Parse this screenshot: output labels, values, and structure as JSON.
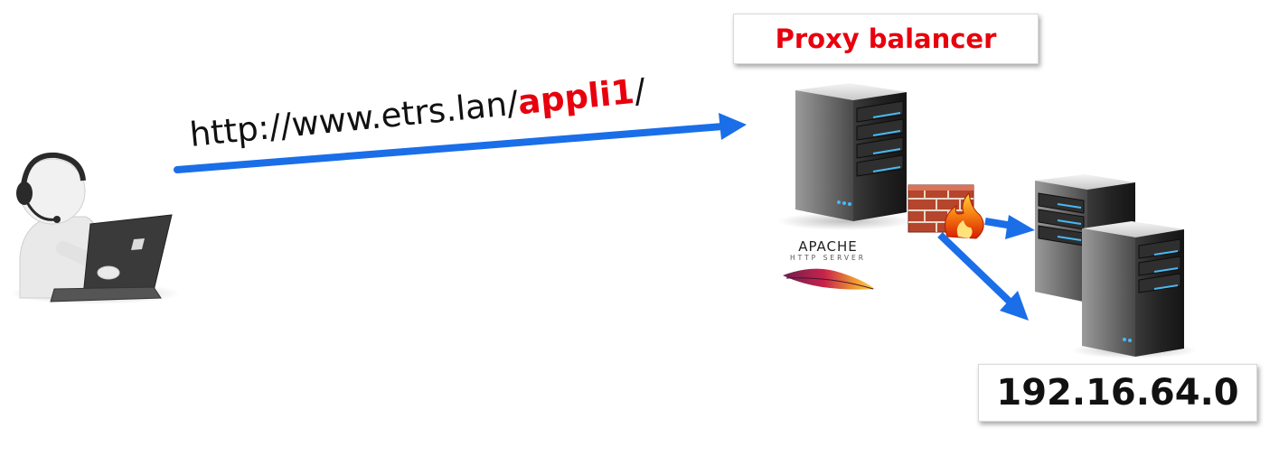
{
  "proxy_label": "Proxy balancer",
  "url": {
    "prefix": "http://www.etrs.lan/",
    "highlight": "appli1",
    "suffix": "/"
  },
  "apache": {
    "name": "APACHE",
    "subtitle": "HTTP SERVER"
  },
  "subnet_label": "192.16.64.0",
  "colors": {
    "arrow": "#1a6ee8",
    "highlight": "#e8000d",
    "server_body": "#2b2b2b",
    "server_led": "#49b8f2",
    "firewall_brick": "#b5452c",
    "flame": "#f07a14"
  },
  "icons": [
    "user-laptop-icon",
    "server-icon",
    "firewall-icon",
    "apache-feather-icon"
  ]
}
